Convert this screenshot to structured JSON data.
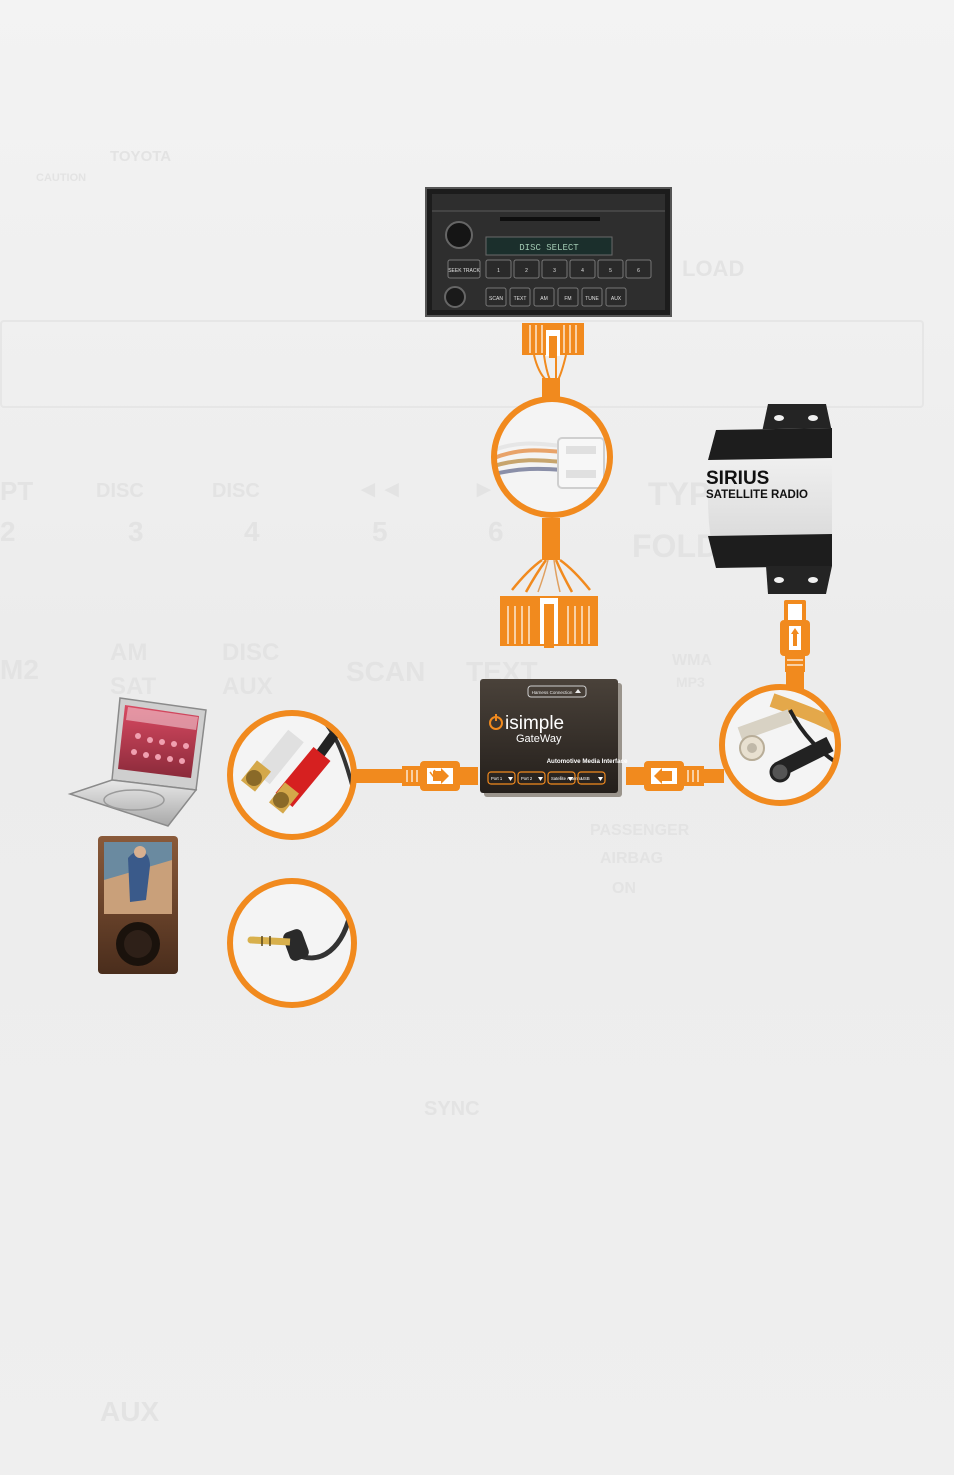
{
  "background": {
    "brand": "TOYOTA",
    "caution": "CAUTION",
    "load": "LOAD",
    "buttons": [
      {
        "top": "PT",
        "num": "2"
      },
      {
        "top": "DISC",
        "num": "3"
      },
      {
        "top": "DISC",
        "num": "4"
      },
      {
        "top": "◄◄",
        "num": "5"
      },
      {
        "top": "►",
        "num": "6"
      },
      {
        "top": "TYP",
        "num": "FOLD"
      }
    ],
    "row2": [
      "M2",
      "AM SAT",
      "DISC AUX",
      "SCAN",
      "TEXT"
    ],
    "wma": "WMA",
    "mp3": "MP3",
    "passenger": "PASSENGER",
    "airbag": "AIRBAG",
    "on": "ON",
    "sync": "SYNC",
    "aux": "AUX"
  },
  "head_unit": {
    "display": "DISC  SELECT",
    "buttons": [
      "SEEK TRACK",
      "1",
      "2",
      "3",
      "4",
      "5",
      "6",
      "SCAN",
      "TEXT",
      "AM",
      "FM",
      "TUNE",
      "AUX"
    ]
  },
  "sirius": {
    "brand": "SIRIUS",
    "subtitle": "SATELLITE RADIO"
  },
  "gateway": {
    "harness_label": "Harness Connection",
    "logo": "isimple",
    "product": "GateWay",
    "tagline": "Automotive Media Interface",
    "ports": [
      "Port 1",
      "Port 2",
      "Satellite Antenna",
      "USB"
    ]
  },
  "colors": {
    "accent": "#f18a1e",
    "accent_dark": "#d76f0a",
    "background": "#eeeeee",
    "device_dark": "#2a2622"
  }
}
